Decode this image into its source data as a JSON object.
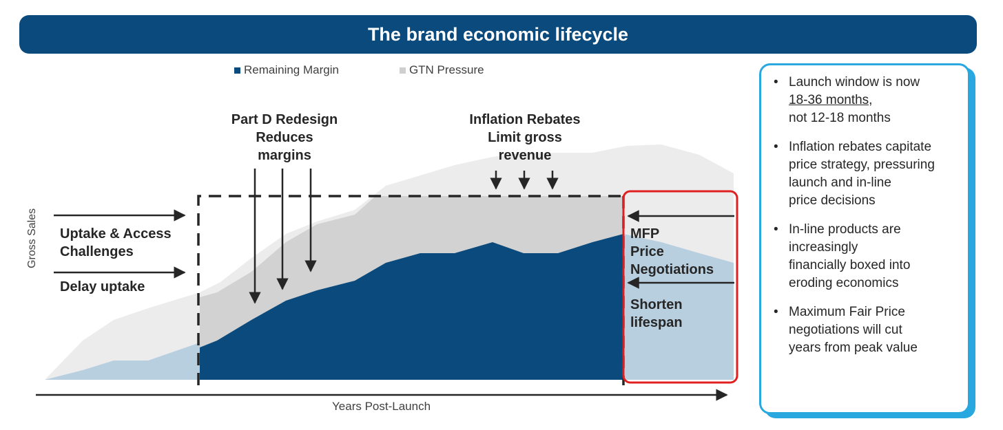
{
  "title": "The brand economic lifecycle",
  "legend": {
    "remaining_margin": "Remaining Margin",
    "gtn_pressure": "GTN Pressure"
  },
  "axes": {
    "y_label": "Gross Sales",
    "x_label": "Years Post-Launch"
  },
  "colors": {
    "navy": "#0b4a7c",
    "gray": "#d2d2d2",
    "light_gray": "#ececec",
    "light_blue": "#b8cfe0",
    "red_box": "#e02020",
    "sidebar_border": "#29a8e0"
  },
  "annotations": {
    "part_d": [
      "Part D Redesign",
      "Reduces",
      "margins"
    ],
    "inflation": [
      "Inflation Rebates",
      "Limit gross",
      "revenue"
    ],
    "uptake": [
      "Uptake & Access",
      "Challenges"
    ],
    "delay": "Delay uptake",
    "mfp": [
      "MFP",
      "Price",
      "Negotiations"
    ],
    "shorten": [
      "Shorten",
      "lifespan"
    ]
  },
  "sidebar": {
    "bullets": [
      {
        "lines": [
          "Launch window is now",
          "18-36 months,",
          "not 12-18 months"
        ]
      },
      {
        "lines": [
          "Inflation rebates capitate",
          "price strategy, pressuring",
          "launch and in-line",
          "price decisions"
        ]
      },
      {
        "lines": [
          "In-line products are",
          "increasingly",
          "financially boxed into",
          "eroding economics"
        ]
      },
      {
        "lines": [
          "Maximum Fair Price",
          "negotiations will cut",
          "years from peak value"
        ]
      }
    ]
  }
}
